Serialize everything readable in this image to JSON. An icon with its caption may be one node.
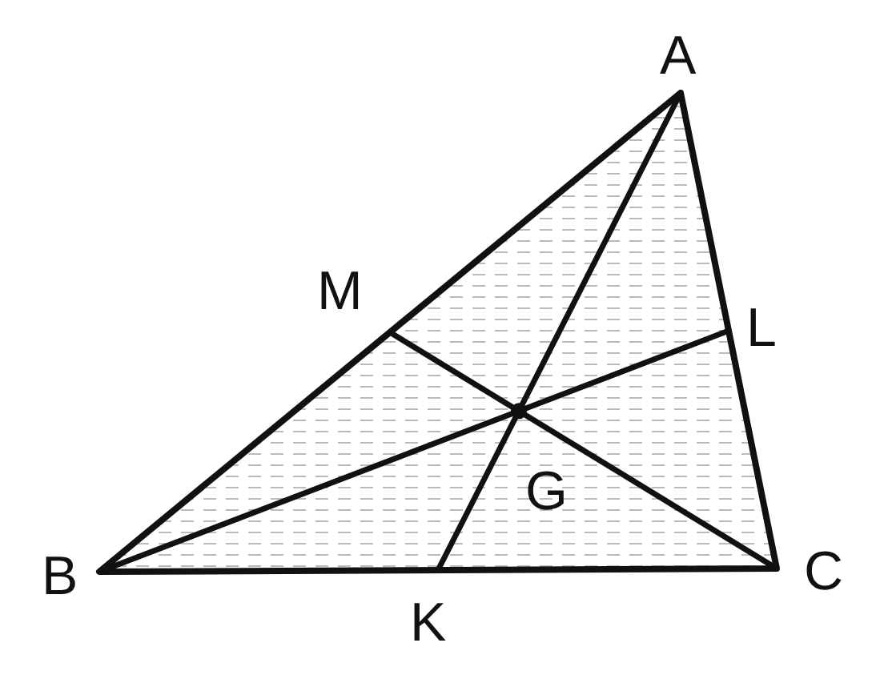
{
  "diagram": {
    "labels": [
      "A",
      "M",
      "L",
      "G",
      "B",
      "C",
      "K"
    ]
  }
}
